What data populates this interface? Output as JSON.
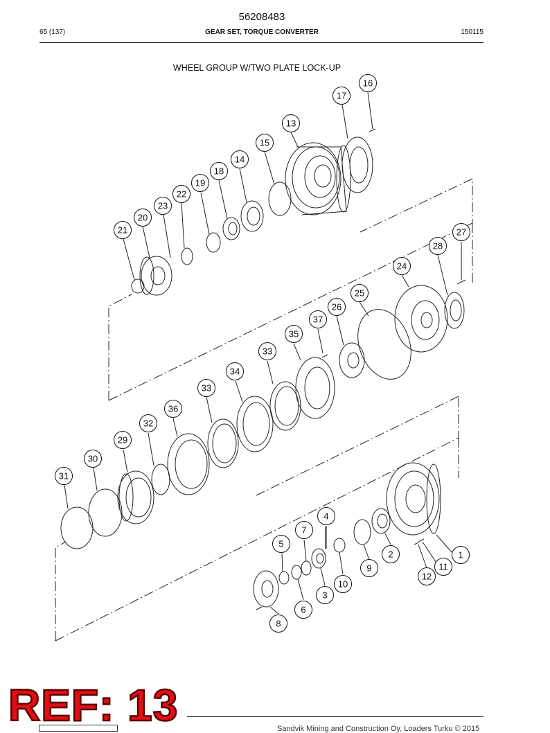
{
  "header": {
    "doc_number": "56208483",
    "page": "65 (137)",
    "section": "GEAR SET, TORQUE CONVERTER",
    "date_code": "150115"
  },
  "figure": {
    "title": "WHEEL GROUP W/TWO PLATE LOCK-UP"
  },
  "callouts": [
    "16",
    "17",
    "13",
    "15",
    "14",
    "18",
    "19",
    "22",
    "23",
    "20",
    "21",
    "27",
    "28",
    "24",
    "25",
    "26",
    "37",
    "35",
    "33",
    "34",
    "33",
    "36",
    "32",
    "29",
    "30",
    "31",
    "4",
    "7",
    "5",
    "2",
    "1",
    "11",
    "12",
    "9",
    "10",
    "3",
    "6",
    "8"
  ],
  "stamp": {
    "text": "REF: 13",
    "color": "#e10f14"
  },
  "footer": {
    "text": "Sandvik Mining and Construction Oy, Loaders Turku © 2015"
  }
}
